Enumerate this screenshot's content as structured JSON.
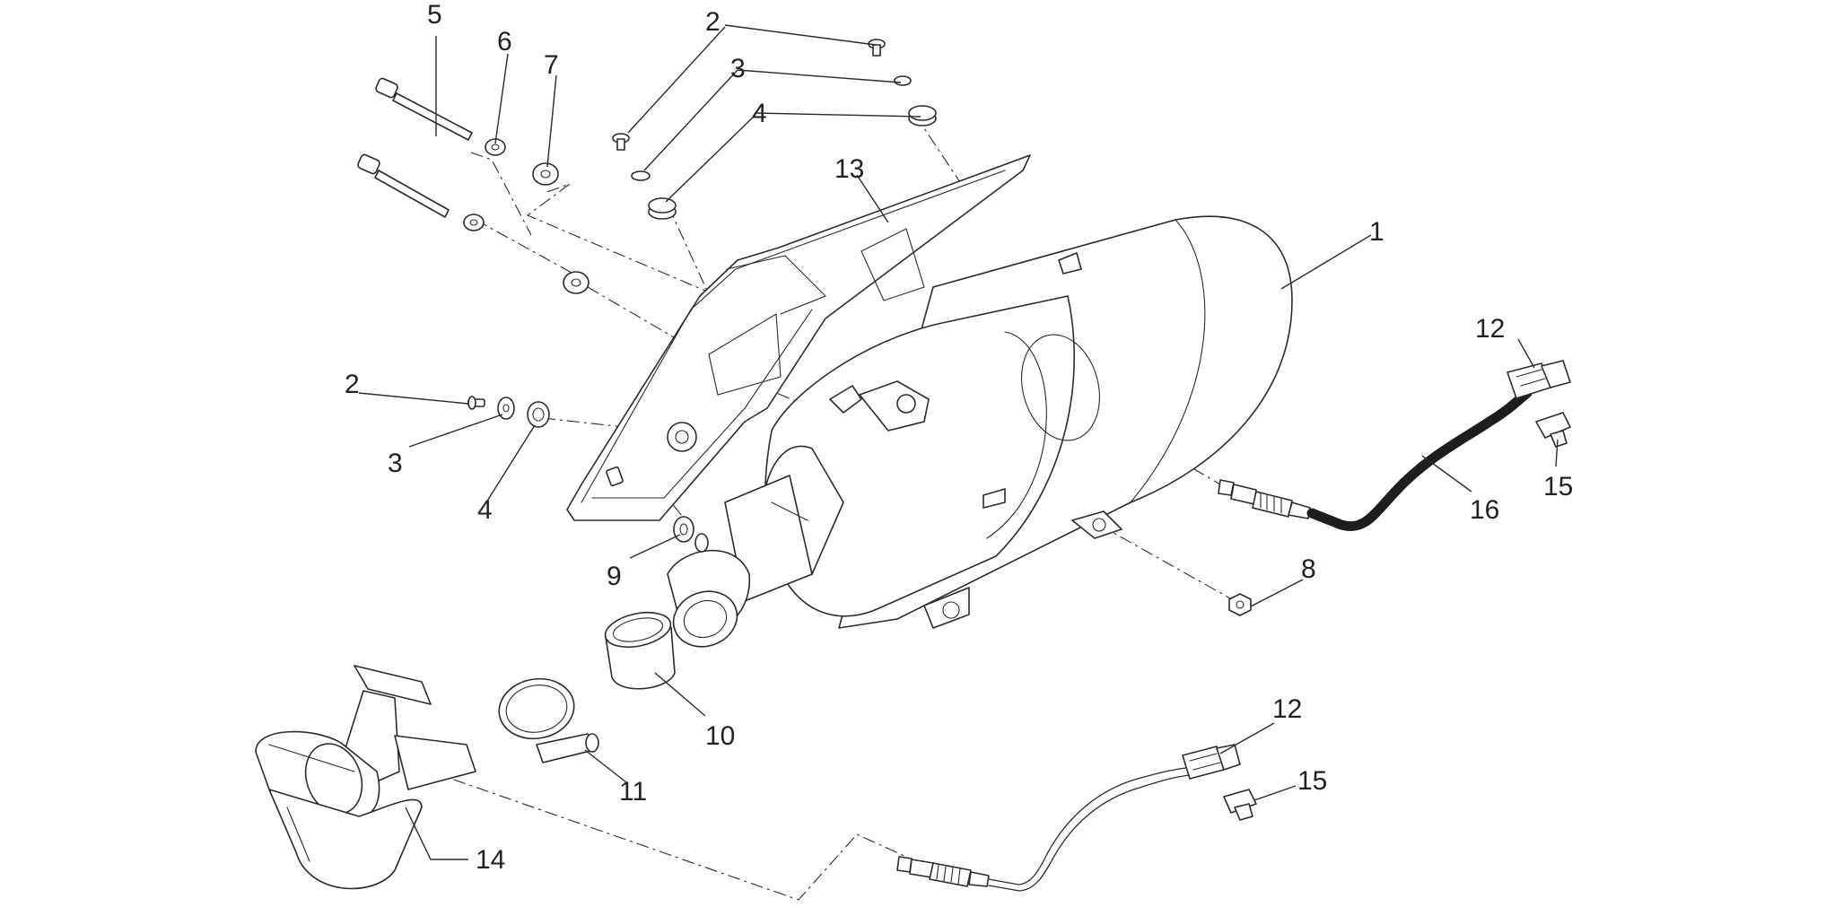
{
  "callouts": {
    "c5": "5",
    "c6": "6",
    "c7": "7",
    "c2a": "2",
    "c3a": "3",
    "c4a": "4",
    "c13": "13",
    "c1": "1",
    "c12a": "12",
    "c15a": "15",
    "c16": "16",
    "c2b": "2",
    "c3b": "3",
    "c4b": "4",
    "c9": "9",
    "c8": "8",
    "c10": "10",
    "c11": "11",
    "c12b": "12",
    "c15b": "15",
    "c14": "14"
  },
  "colors": {
    "line": "#2b2b2b",
    "cable": "#1e1e1e",
    "background": "#ffffff"
  }
}
